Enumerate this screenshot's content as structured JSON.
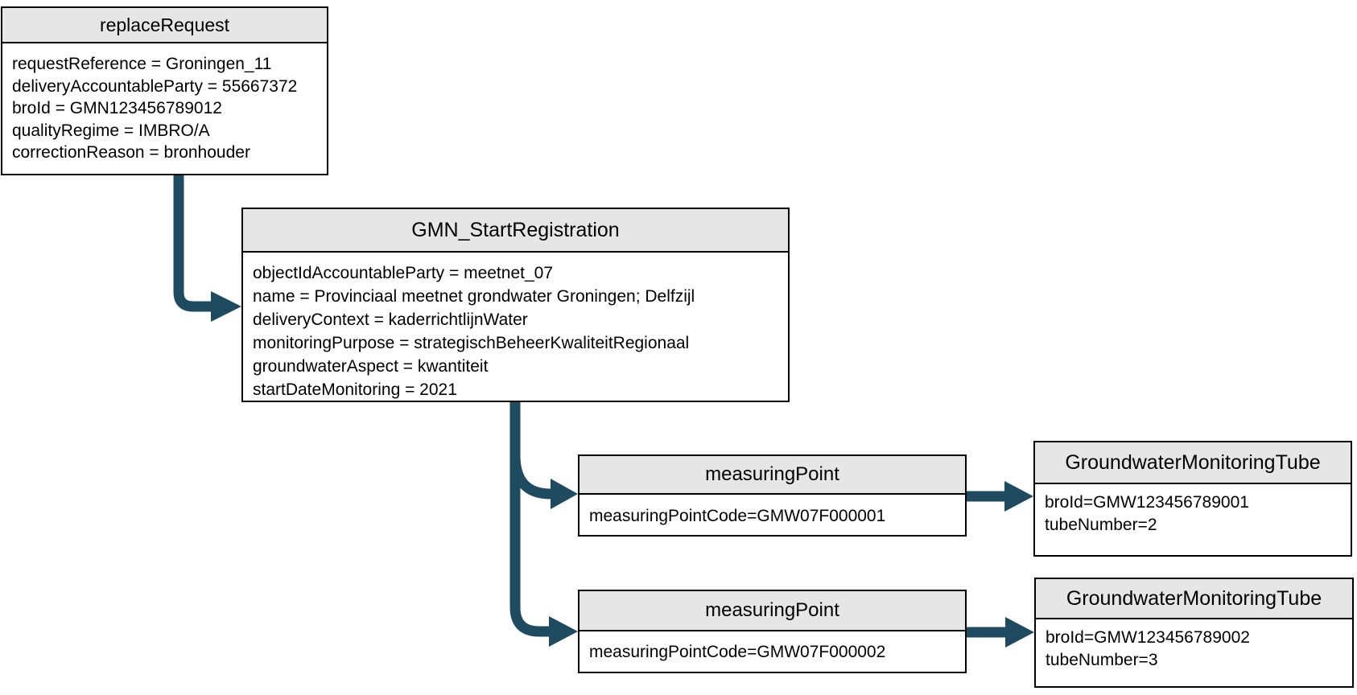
{
  "diagram": {
    "colors": {
      "arrow": "#1f4b60",
      "header_fill": "#e6e6e6",
      "border": "#000000",
      "background": "#ffffff",
      "text": "#000000"
    },
    "nodes": [
      {
        "title": "replaceRequest",
        "lines": [
          "requestReference = Groningen_11",
          "deliveryAccountableParty = 55667372",
          "broId = GMN123456789012",
          "qualityRegime = IMBRO/A",
          "correctionReason = bronhouder"
        ]
      },
      {
        "title": "GMN_StartRegistration",
        "lines": [
          "objectIdAccountableParty = meetnet_07",
          "name = Provinciaal meetnet grondwater Groningen; Delfzijl",
          "deliveryContext = kaderrichtlijnWater",
          "monitoringPurpose = strategischBeheerKwaliteitRegionaal",
          "groundwaterAspect = kwantiteit",
          "startDateMonitoring = 2021"
        ]
      },
      {
        "title": "measuringPoint",
        "lines": [
          "measuringPointCode=GMW07F000001"
        ]
      },
      {
        "title": "GroundwaterMonitoringTube",
        "lines": [
          "broId=GMW123456789001",
          "tubeNumber=2"
        ]
      },
      {
        "title": "measuringPoint",
        "lines": [
          "measuringPointCode=GMW07F000002"
        ]
      },
      {
        "title": "GroundwaterMonitoringTube",
        "lines": [
          "broId=GMW123456789002",
          "tubeNumber=3"
        ]
      }
    ]
  }
}
